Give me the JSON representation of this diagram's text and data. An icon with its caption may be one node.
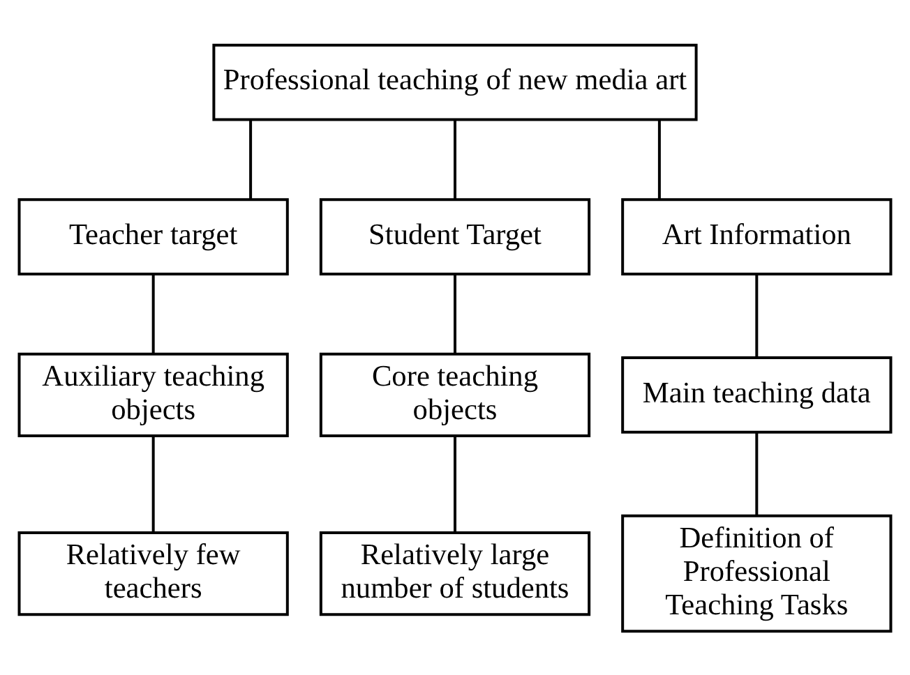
{
  "diagram": {
    "nodes": [
      {
        "text": [
          "Professional teaching of new media art"
        ]
      },
      {
        "text": [
          "Teacher target"
        ]
      },
      {
        "text": [
          "Student Target"
        ]
      },
      {
        "text": [
          "Art Information"
        ]
      },
      {
        "text": [
          "Auxiliary teaching objects"
        ]
      },
      {
        "text": [
          "Core teaching objects"
        ]
      },
      {
        "text": [
          "Main teaching data"
        ]
      },
      {
        "text": [
          "Relatively few teachers"
        ]
      },
      {
        "text": [
          "Relatively large number of students"
        ]
      },
      {
        "text": [
          "Definition of Professional Teaching Tasks"
        ]
      }
    ],
    "edges": [
      {
        "from": 0,
        "to": 1,
        "arrow": "none"
      },
      {
        "from": 0,
        "to": 2,
        "arrow": "none"
      },
      {
        "from": 0,
        "to": 3,
        "arrow": "none"
      },
      {
        "from": 1,
        "to": 4,
        "arrow": "none"
      },
      {
        "from": 2,
        "to": 5,
        "arrow": "none"
      },
      {
        "from": 3,
        "to": 6,
        "arrow": "none"
      },
      {
        "from": 4,
        "to": 7,
        "arrow": "none"
      },
      {
        "from": 5,
        "to": 8,
        "arrow": "none"
      },
      {
        "from": 6,
        "to": 9,
        "arrow": "none"
      }
    ]
  }
}
